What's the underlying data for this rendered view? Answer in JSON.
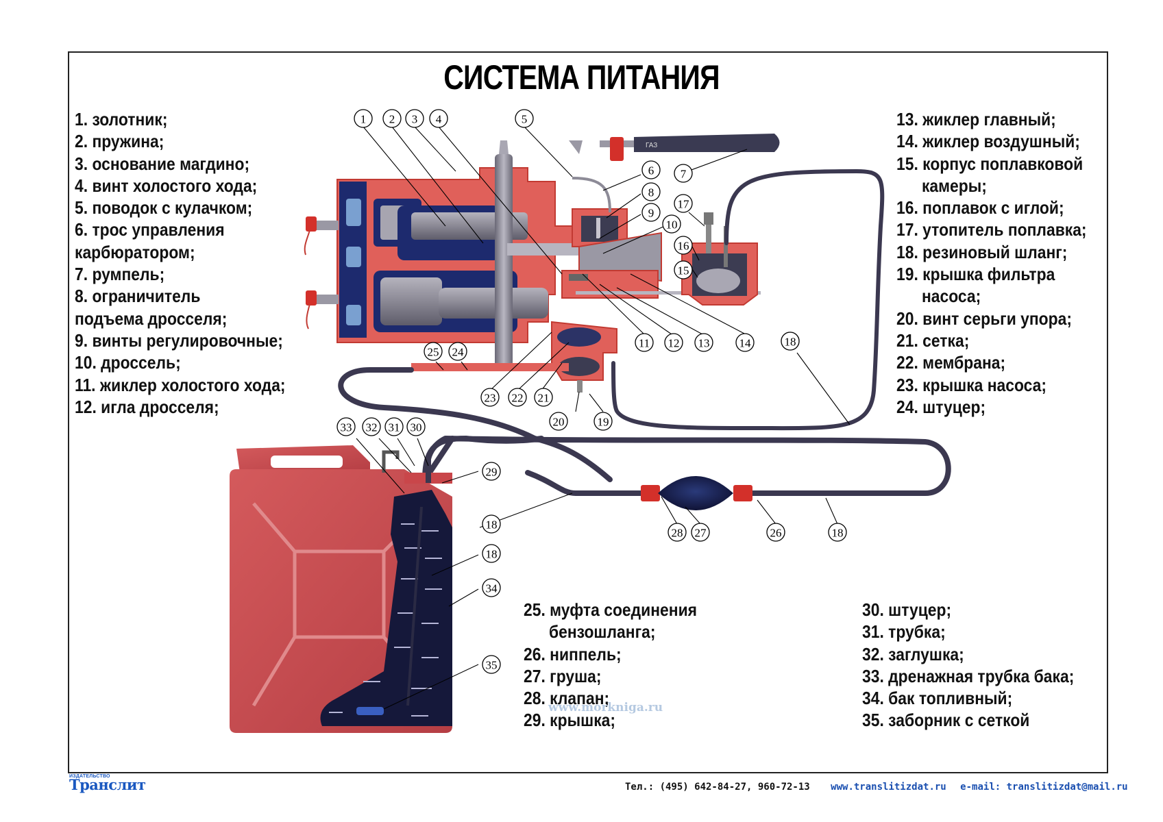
{
  "title": "СИСТЕМА ПИТАНИЯ",
  "legend_left": [
    {
      "lines": [
        "1. золотник;"
      ]
    },
    {
      "lines": [
        "2. пружина;"
      ]
    },
    {
      "lines": [
        "3. основание магдино;"
      ]
    },
    {
      "lines": [
        "4. винт холостого хода;"
      ]
    },
    {
      "lines": [
        "5. поводок с кулачком;"
      ]
    },
    {
      "lines": [
        "6. трос управления",
        "карбюратором;"
      ]
    },
    {
      "lines": [
        "7. румпель;"
      ]
    },
    {
      "lines": [
        "8. ограничитель",
        "подъема дросселя;"
      ]
    },
    {
      "lines": [
        "9. винты регулировочные;"
      ]
    },
    {
      "lines": [
        "10. дроссель;"
      ]
    },
    {
      "lines": [
        "11. жиклер холостого хода;"
      ]
    },
    {
      "lines": [
        "12. игла дросселя;"
      ]
    }
  ],
  "legend_right": [
    {
      "lines": [
        "13. жиклер главный;"
      ]
    },
    {
      "lines": [
        "14. жиклер воздушный;"
      ]
    },
    {
      "lines": [
        "15. корпус поплавковой",
        "камеры;"
      ]
    },
    {
      "lines": [
        "16. поплавок с иглой;"
      ]
    },
    {
      "lines": [
        "17. утопитель поплавка;"
      ]
    },
    {
      "lines": [
        "18. резиновый шланг;"
      ]
    },
    {
      "lines": [
        "19. крышка фильтра",
        "насоса;"
      ]
    },
    {
      "lines": [
        "20. винт серьги упора;"
      ]
    },
    {
      "lines": [
        "21. сетка;"
      ]
    },
    {
      "lines": [
        "22. мембрана;"
      ]
    },
    {
      "lines": [
        "23. крышка насоса;"
      ]
    },
    {
      "lines": [
        "24. штуцер;"
      ]
    }
  ],
  "legend_bottom_mid": [
    {
      "lines": [
        "25. муфта соединения",
        "бензошланга;"
      ]
    },
    {
      "lines": [
        "26. ниппель;"
      ]
    },
    {
      "lines": [
        "27. груша;"
      ]
    },
    {
      "lines": [
        "28. клапан;"
      ]
    },
    {
      "lines": [
        "29. крышка;"
      ]
    }
  ],
  "legend_bottom_right": [
    {
      "lines": [
        "30. штуцер;"
      ]
    },
    {
      "lines": [
        "31. трубка;"
      ]
    },
    {
      "lines": [
        "32. заглушка;"
      ]
    },
    {
      "lines": [
        "33. дренажная трубка бака;"
      ]
    },
    {
      "lines": [
        "34. бак топливный;"
      ]
    },
    {
      "lines": [
        "35. заборник с сеткой"
      ]
    }
  ],
  "callouts": [
    "1",
    "2",
    "3",
    "4",
    "5",
    "6",
    "7",
    "8",
    "9",
    "10",
    "11",
    "12",
    "13",
    "14",
    "15",
    "16",
    "17",
    "18",
    "18",
    "18",
    "18",
    "18",
    "19",
    "20",
    "21",
    "22",
    "23",
    "24",
    "25",
    "26",
    "27",
    "28",
    "29",
    "30",
    "31",
    "32",
    "33",
    "34",
    "35"
  ],
  "tiller_marking": "ГАЗ",
  "watermark": "www.morkniga.ru",
  "footer": {
    "publisher_small": "ИЗДАТЕЛЬСТВО",
    "publisher_name": "Транслит",
    "phone": "Тел.: (495) 642-84-27, 960-72-13",
    "website": "www.translitizdat.ru",
    "email": "e-mail: translitizdat@mail.ru"
  },
  "colors": {
    "housing_red": "#e0605a",
    "housing_dark_red": "#c23a32",
    "blue_dark": "#1d2a6e",
    "metal_grey": "#8a8894",
    "hose": "#3b3850",
    "tank_red": "#c9464a",
    "fuel_dark": "#15183a",
    "publisher_blue": "#1a58c0"
  }
}
